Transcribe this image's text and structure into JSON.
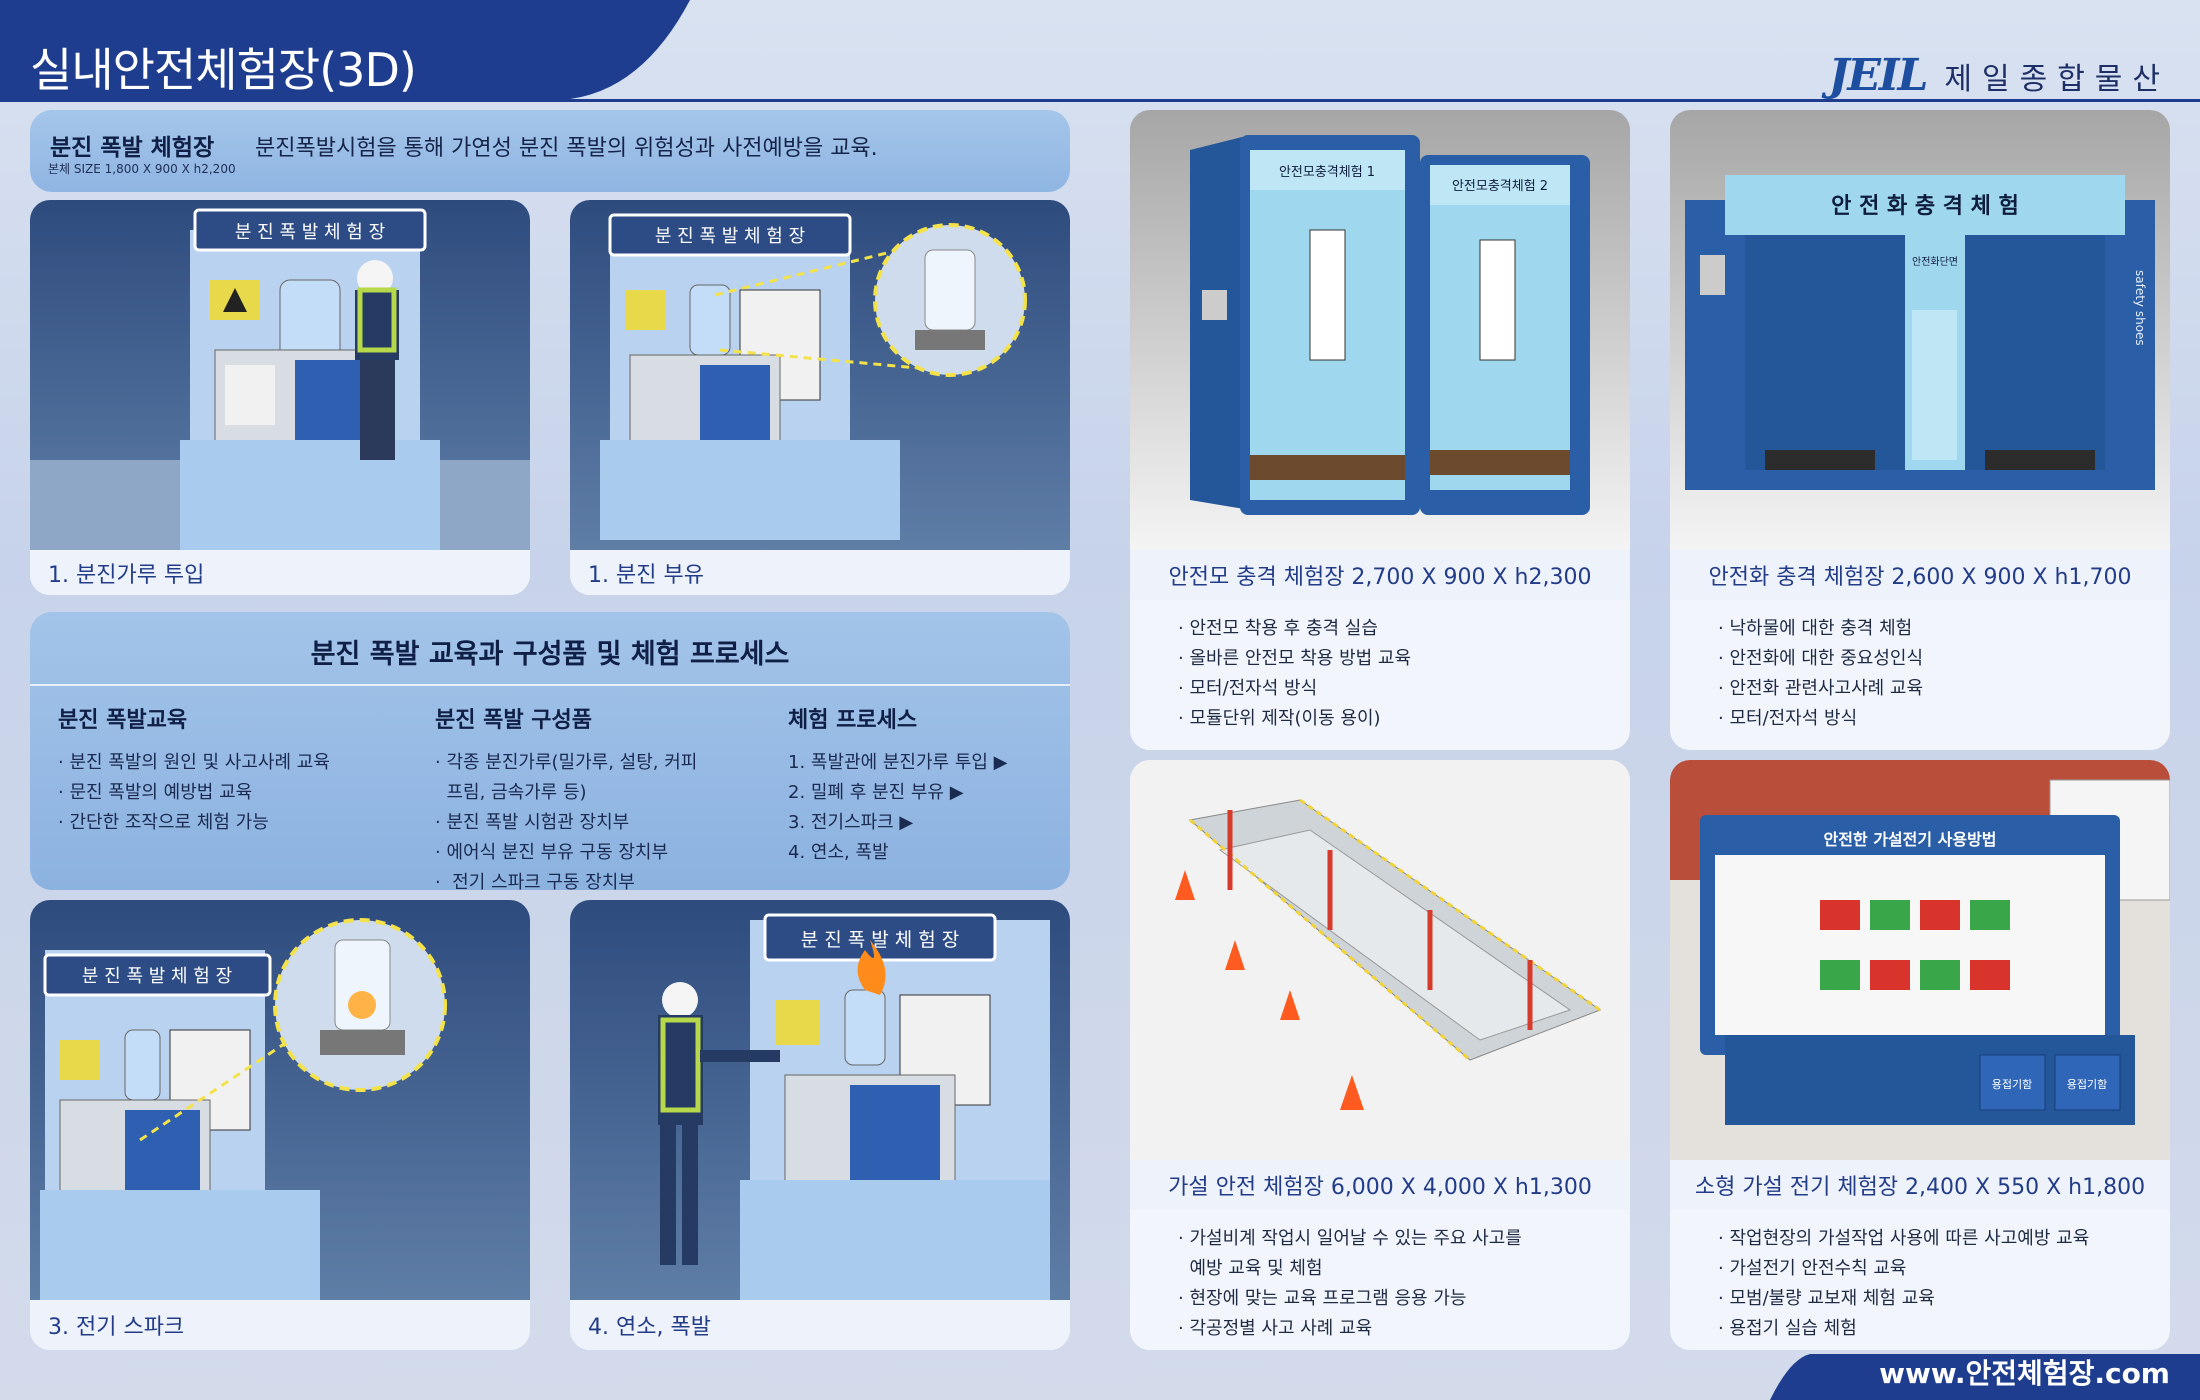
{
  "header": {
    "title": "실내안전체험장(3D)",
    "brand_logo": "JEIL",
    "brand_name": "제일종합물산"
  },
  "intro": {
    "title": "분진 폭발 체험장",
    "size": "본체 SIZE 1,800 X 900 X h2,200",
    "description": "분진폭발시험을 통해 가연성 분진 폭발의 위험성과 사전예방을 교육."
  },
  "steps": [
    {
      "caption": "1. 분진가루 투입",
      "sign": "분 진 폭 발 체 험 장"
    },
    {
      "caption": "1. 분진 부유",
      "sign": "분 진 폭 발 체 험 장"
    },
    {
      "caption": "3. 전기 스파크",
      "sign": "분 진 폭 발 체 험 장"
    },
    {
      "caption": "4. 연소, 폭발",
      "sign": "분 진 폭 발 체 험 장"
    }
  ],
  "process": {
    "heading": "분진 폭발 교육과 구성품 및 체험 프로세스",
    "education": {
      "title": "분진 폭발교육",
      "items": [
        "· 분진 폭발의 원인 및 사고사례 교육",
        "· 문진 폭발의 예방법 교육",
        "· 간단한 조작으로 체험 가능"
      ]
    },
    "components": {
      "title": "분진 폭발 구성품",
      "items": [
        "· 각종 분진가루(밀가루, 설탕, 커피",
        "  프림, 금속가루 등)",
        "· 분진 폭발 시험관 장치부",
        "· 에어식 분진 부유 구동 장치부",
        "·  전기 스파크 구동 장치부"
      ]
    },
    "flow": {
      "title": "체험 프로세스",
      "items": [
        "1. 폭발관에 분진가루 투입  ▶",
        "2. 밀폐 후 분진 부유  ▶",
        "3. 전기스파크 ▶",
        "4. 연소, 폭발"
      ]
    }
  },
  "products": [
    {
      "caption": "안전모 충격 체험장  2,700 X 900 X h2,300",
      "booth_labels": [
        "안전모충격체험 1",
        "안전모충격체험 2"
      ],
      "items": [
        "· 안전모 착용 후 충격 실습",
        "· 올바른 안전모 착용 방법 교육",
        "· 모터/전자석 방식",
        "· 모듈단위 제작(이동 용이)"
      ]
    },
    {
      "caption": "안전화 충격 체험장  2,600 X 900 X h1,700",
      "booth_labels": [
        "안 전 화 충 격 체 험",
        "안전화단면",
        "safety shoes"
      ],
      "items": [
        "· 낙하물에 대한 충격 체험",
        "· 안전화에 대한 중요성인식",
        "· 안전화 관련사고사례 교육",
        "· 모터/전자석 방식"
      ]
    },
    {
      "caption": "가설 안전 체험장  6,000 X 4,000 X h1,300",
      "items": [
        "· 가설비계 작업시 일어날 수 있는 주요 사고를",
        "  예방 교육 및 체험",
        "· 현장에 맞는 교육 프로그램 응용 가능",
        "· 각공정별 사고 사례 교육"
      ]
    },
    {
      "caption": "소형 가설 전기 체험장  2,400 X 550 X h1,800",
      "booth_labels": [
        "안전한 가설전기 사용방법",
        "용접기함",
        "용접기함"
      ],
      "items": [
        "· 작업현장의 가설작업 사용에 따른 사고예방 교육",
        "· 가설전기 안전수칙 교육",
        "· 모범/불량 교보재 체험 교육",
        "· 용접기 실습 체험"
      ]
    }
  ],
  "footer": {
    "url": "www.안전체험장.com"
  },
  "colors": {
    "navy": "#1f3d8e",
    "panel_blue": "#9bbde6",
    "caption_text": "#233c88"
  }
}
